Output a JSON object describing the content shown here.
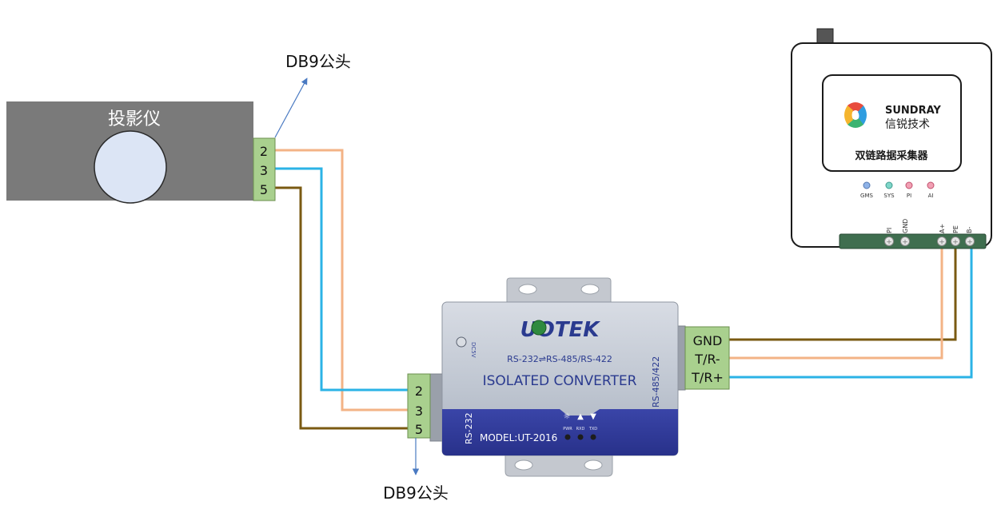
{
  "projector": {
    "title": "投影仪",
    "pins": [
      "2",
      "3",
      "5"
    ]
  },
  "top_connector_label": "DB9公头",
  "bottom_connector_label": "DB9公头",
  "converter": {
    "brand": "UOTEK",
    "subtitle": "RS-232⇌RS-485/RS-422",
    "name": "ISOLATED CONVERTER",
    "side_label_right": "RS-485/422",
    "side_label_left": "RS-232",
    "dc_label": "DC5V",
    "model": "MODEL:UT-2016",
    "led_labels": [
      "PWR",
      "RXD",
      "TXD"
    ],
    "rs232_pins": [
      "2",
      "3",
      "5"
    ],
    "rs485_terminals": [
      "GND",
      "T/R-",
      "T/R+"
    ]
  },
  "collector": {
    "brand_en": "SUNDRAY",
    "brand_cn": "信锐技术",
    "name": "双链路据采集器",
    "leds": [
      {
        "label": "GMS",
        "color": "#8fb3e8"
      },
      {
        "label": "SYS",
        "color": "#7fd6c9"
      },
      {
        "label": "PI",
        "color": "#f2a0b4"
      },
      {
        "label": "AI",
        "color": "#f2a0b4"
      }
    ],
    "terminals": [
      "PI",
      "GND",
      "A+",
      "PE",
      "B-"
    ]
  },
  "wire_colors": {
    "orange": "#f3b386",
    "blue": "#2bb3e6",
    "brown": "#7a5a12",
    "arrow": "#4a7ac2"
  }
}
